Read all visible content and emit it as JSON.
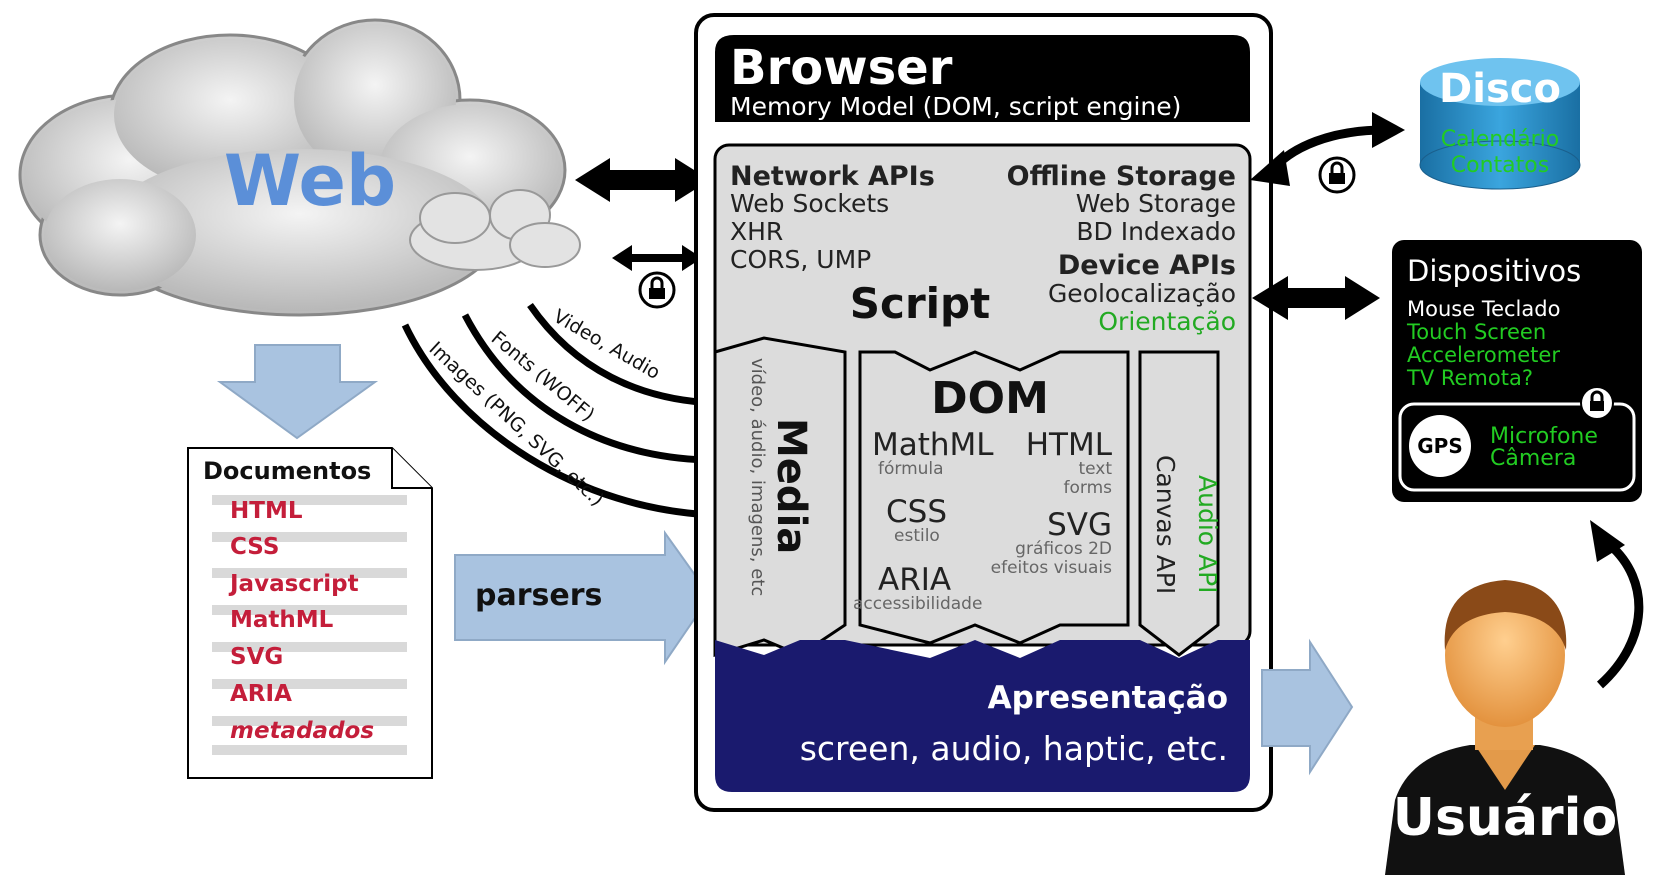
{
  "web": {
    "label": "Web"
  },
  "documents": {
    "title": "Documentos",
    "items": [
      "HTML",
      "CSS",
      "Javascript",
      "MathML",
      "SVG",
      "ARIA",
      "metadados"
    ]
  },
  "parsers": {
    "label": "parsers"
  },
  "arrows_labels": {
    "video_audio": "Video, Audio",
    "fonts": "Fonts (WOFF)",
    "images": "Images (PNG, SVG, etc.)"
  },
  "browser": {
    "title": "Browser",
    "subtitle": "Memory Model (DOM, script engine)",
    "network": {
      "title": "Network APIs",
      "items": [
        "Web Sockets",
        "XHR",
        "CORS, UMP"
      ]
    },
    "offline": {
      "title": "Offline Storage",
      "items": [
        "Web Storage",
        "BD Indexado"
      ]
    },
    "device": {
      "title": "Device APIs",
      "items": [
        "Geolocalização"
      ],
      "highlight": "Orientação"
    },
    "script": "Script",
    "media": {
      "title": "Media",
      "subtitle": "vídeo, áudio, imagens, etc"
    },
    "dom": {
      "title": "DOM",
      "mathml": "MathML",
      "mathml_sub": "fórmula",
      "html": "HTML",
      "html_sub1": "text",
      "html_sub2": "forms",
      "css": "CSS",
      "css_sub": "estilo",
      "svg": "SVG",
      "svg_sub1": "gráficos 2D",
      "svg_sub2": "efeitos visuais",
      "aria": "ARIA",
      "aria_sub": "accessibilidade"
    },
    "canvas": "Canvas API",
    "audio_api": "Audio API",
    "presentation": {
      "title": "Apresentação",
      "subtitle": "screen, audio, haptic, etc."
    }
  },
  "disk": {
    "title": "Disco",
    "items": [
      "Calendário",
      "Contatos"
    ]
  },
  "devices": {
    "title": "Dispositivos",
    "line1": "Mouse  Teclado",
    "green": [
      "Touch Screen",
      "Accelerometer",
      "TV Remota?"
    ],
    "gps": "GPS",
    "gps_items": [
      "Microfone",
      "Câmera"
    ]
  },
  "user": {
    "label": "Usuário"
  },
  "colors": {
    "green": "#22aa22",
    "navy": "#1a1a6e",
    "red": "#c41e3a",
    "blue_arrow": "#a9c3e0",
    "web_blue": "#5b8fd8",
    "disk": "#2a8fc4"
  }
}
